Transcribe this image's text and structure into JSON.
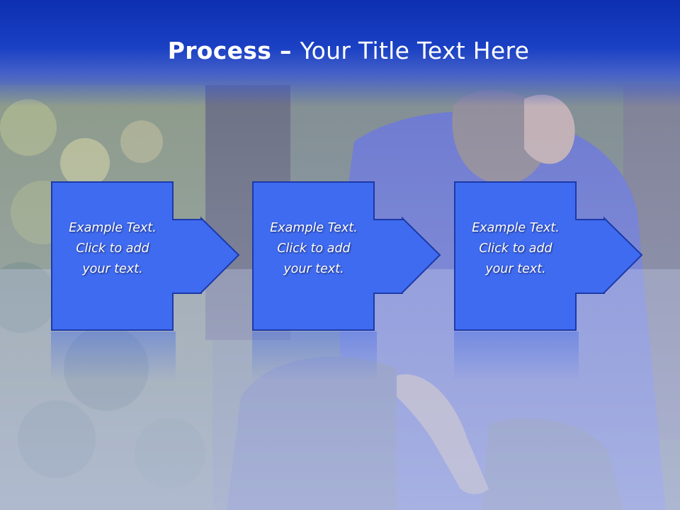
{
  "slide": {
    "title_bold": "Process",
    "title_dash": " – ",
    "title_rest": "Your Title Text Here"
  },
  "steps": [
    {
      "line1": "Example Text.",
      "line2": "Click  to add",
      "line3": "your text."
    },
    {
      "line1": "Example Text.",
      "line2": "Click  to add",
      "line3": "your text."
    },
    {
      "line1": "Example Text.",
      "line2": "Click  to add",
      "line3": "your text."
    }
  ],
  "colors": {
    "title_band": "#0d2fb0",
    "box_fill": "#3f6bf0",
    "box_border": "#1c3aa8",
    "title_text": "#ffffff"
  }
}
